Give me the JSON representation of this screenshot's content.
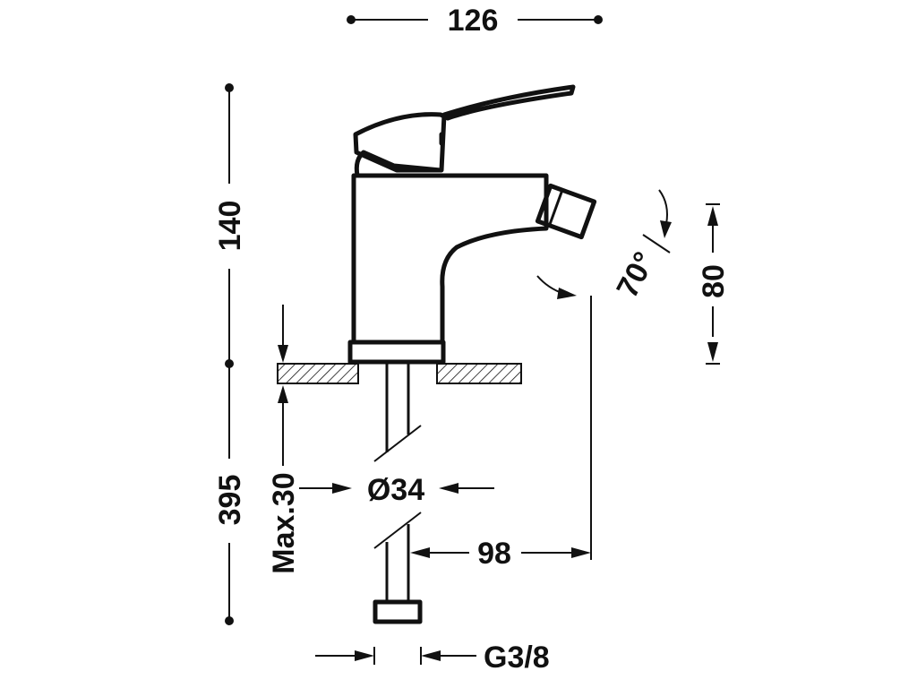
{
  "drawing": {
    "dimensions": {
      "overall_width": "126",
      "spout_height": "140",
      "total_length": "395",
      "max_deck_thickness": "Max.30",
      "body_diameter": "Ø34",
      "spout_reach": "98",
      "outlet_height": "80",
      "swivel_angle": "70°",
      "connection_thread": "G3/8"
    },
    "colors": {
      "line": "#111111",
      "background": "#ffffff"
    }
  }
}
